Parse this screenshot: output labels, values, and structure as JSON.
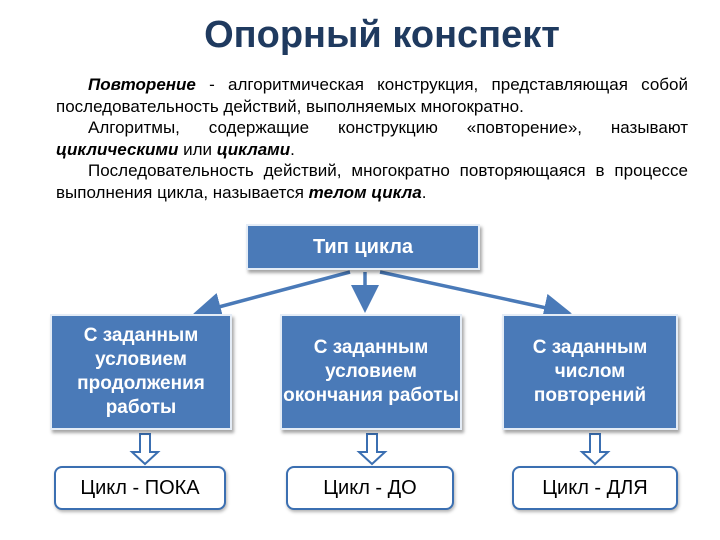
{
  "title": "Опорный конспект",
  "paragraphs": [
    {
      "bold": "Повторение",
      "rest": " - алгоритмическая конструкция, представляющая собой последовательность действий, выполняемых многократно."
    },
    {
      "pre": "Алгоритмы, содержащие конструкцию «повторение», называют ",
      "bold1": "циклическими",
      "mid": " или ",
      "bold2": "циклами",
      "post": "."
    },
    {
      "pre": "Последовательность действий, многократно повторяющаяся в процессе выполнения цикла, называется ",
      "bold": "телом цикла",
      "post": "."
    }
  ],
  "diagram": {
    "root": "Тип цикла",
    "categories": [
      {
        "label": "С заданным условием продолжения работы",
        "loop": "Цикл - ПОКА"
      },
      {
        "label": "С заданным условием окончания работы",
        "loop": "Цикл - ДО"
      },
      {
        "label": "С заданным числом повторений",
        "loop": "Цикл - ДЛЯ"
      }
    ]
  },
  "colors": {
    "box": "#4a7ab8",
    "title": "#1f3a5f",
    "arrow": "#4a7ab8"
  }
}
